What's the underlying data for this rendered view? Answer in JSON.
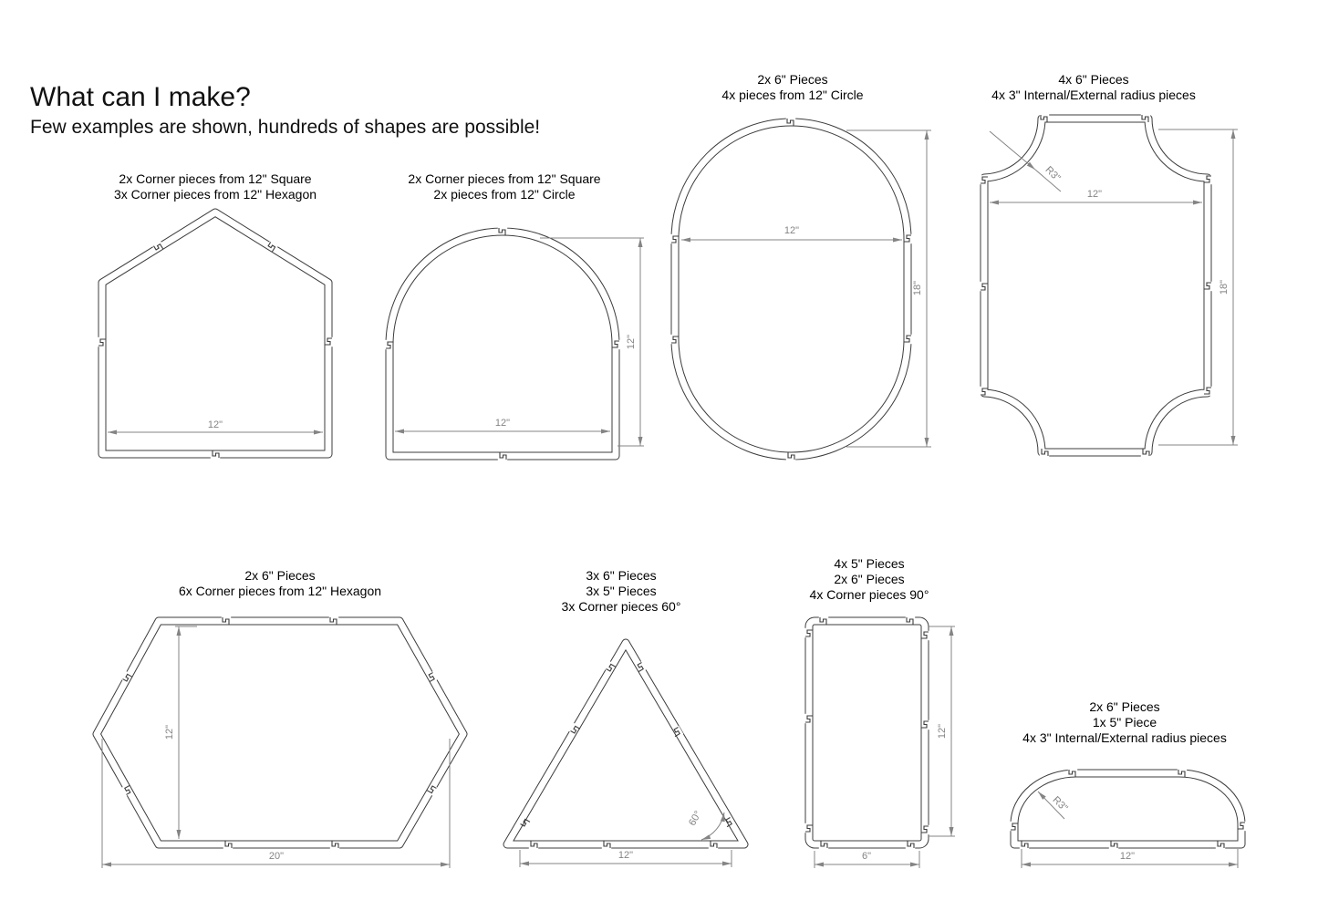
{
  "page": {
    "title": "What can I make?",
    "subtitle": "Few examples are shown, hundreds of shapes are possible!"
  },
  "diagrams": [
    {
      "name": "house",
      "label_lines": [
        "2x Corner pieces from 12\" Square",
        "3x Corner pieces from 12\" Hexagon"
      ],
      "dims": {
        "width": "12\""
      }
    },
    {
      "name": "arch",
      "label_lines": [
        "2x Corner pieces from 12\" Square",
        "2x pieces from 12\" Circle"
      ],
      "dims": {
        "width": "12\"",
        "height": "12\""
      }
    },
    {
      "name": "oval",
      "label_lines": [
        "2x 6\" Pieces",
        "4x pieces from 12\" Circle"
      ],
      "dims": {
        "width": "12\"",
        "height": "18\""
      }
    },
    {
      "name": "scalloped-rectangle",
      "label_lines": [
        "4x 6\" Pieces",
        "4x 3\" Internal/External radius pieces"
      ],
      "dims": {
        "width": "12\"",
        "height": "18\"",
        "radius": "R3\""
      }
    },
    {
      "name": "hexagon",
      "label_lines": [
        "2x 6\" Pieces",
        "6x Corner pieces from 12\" Hexagon"
      ],
      "dims": {
        "height": "12\"",
        "width": "20\""
      }
    },
    {
      "name": "triangle",
      "label_lines": [
        "3x 6\" Pieces",
        "3x 5\" Pieces",
        "3x Corner pieces 60°"
      ],
      "dims": {
        "width": "12\"",
        "angle": "60°"
      }
    },
    {
      "name": "rectangle",
      "label_lines": [
        "4x 5\" Pieces",
        "2x 6\" Pieces",
        "4x Corner pieces 90°"
      ],
      "dims": {
        "width": "6\"",
        "height": "12\""
      }
    },
    {
      "name": "dome",
      "label_lines": [
        "2x 6\" Pieces",
        "1x 5\" Piece",
        "4x 3\" Internal/External radius pieces"
      ],
      "dims": {
        "width": "12\"",
        "radius": "R3\""
      }
    }
  ],
  "colors": {
    "outline": "#3c3c3c",
    "dimension": "#848484",
    "text": "#000000",
    "background": "#ffffff"
  }
}
